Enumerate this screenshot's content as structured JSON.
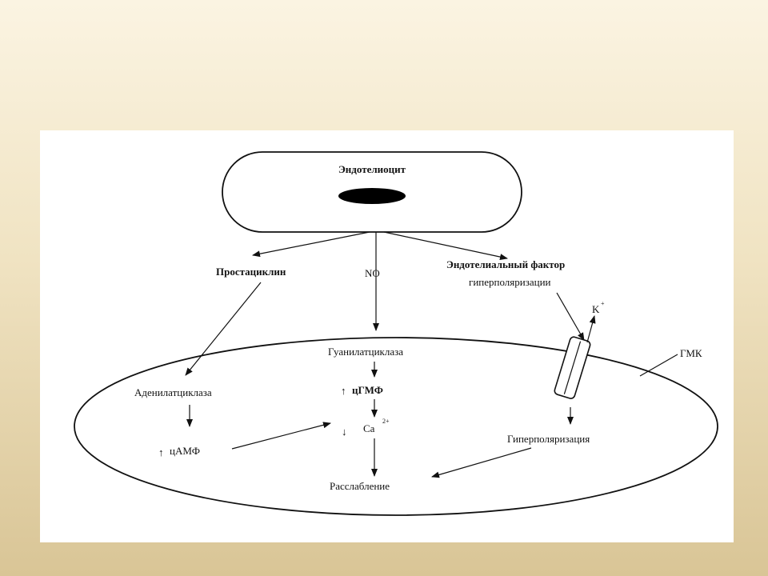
{
  "colors": {
    "background_top": "#fbf4e2",
    "background_bottom": "#d9c596",
    "panel": "#ffffff",
    "ink": "#111111"
  },
  "diagram": {
    "endothelial_cell": "Эндотелиоцит",
    "prostacyclin": "Простациклин",
    "no": "NO",
    "edhf_line1": "Эндотелиальный фактор",
    "edhf_line2": "гиперполяризации",
    "potassium": "K",
    "potassium_charge": "+",
    "smooth_muscle_cell": "ГМК",
    "guanylate_cyclase": "Гуанилатциклаза",
    "cgmp_arrow": "↑",
    "cgmp": "цГМФ",
    "adenylate_cyclase": "Аденилатциклаза",
    "camp_arrow": "↑",
    "camp": "цАМФ",
    "calcium_arrow": "↓",
    "calcium": "Ca",
    "calcium_charge": "2+",
    "hyperpolarization": "Гиперполяризация",
    "relaxation": "Расслабление"
  }
}
